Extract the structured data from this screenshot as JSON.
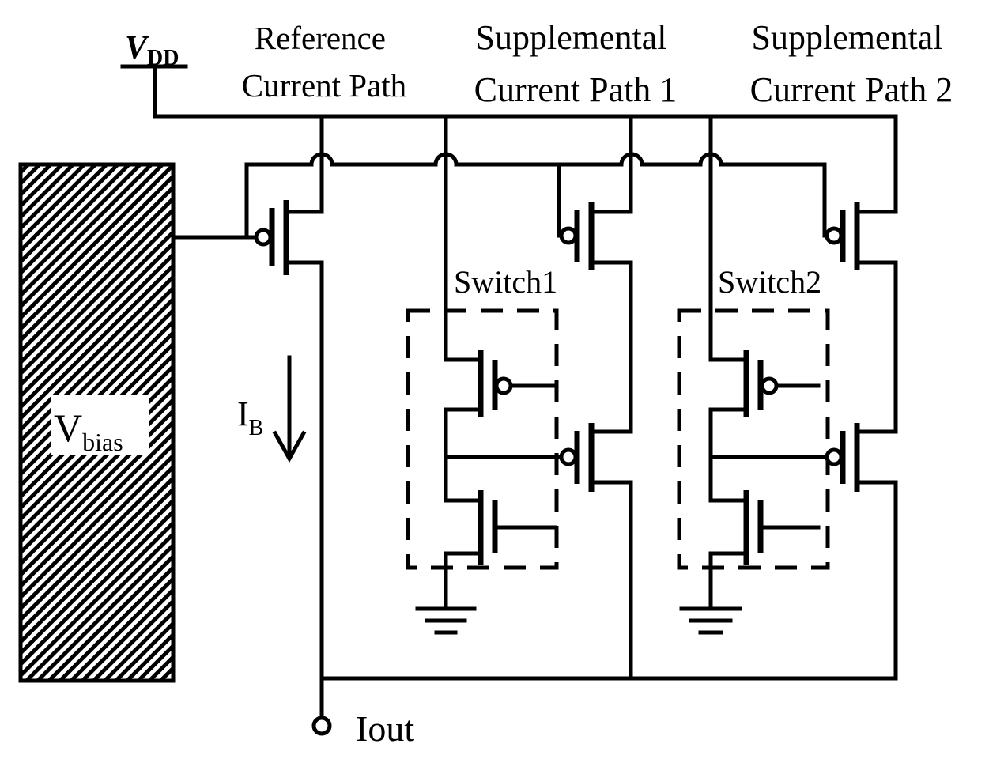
{
  "supply": {
    "label": "V",
    "subscript": "DD"
  },
  "paths": {
    "reference": [
      "Reference",
      "Current Path"
    ],
    "supplemental1": [
      "Supplemental",
      "Current Path 1"
    ],
    "supplemental2": [
      "Supplemental",
      "Current Path 2"
    ]
  },
  "bias_block": {
    "label": "V",
    "subscript": "bias"
  },
  "current": {
    "label": "I",
    "subscript": "B"
  },
  "switches": {
    "switch1": "Switch1",
    "switch2": "Switch2"
  },
  "output": {
    "label": "Iout"
  }
}
